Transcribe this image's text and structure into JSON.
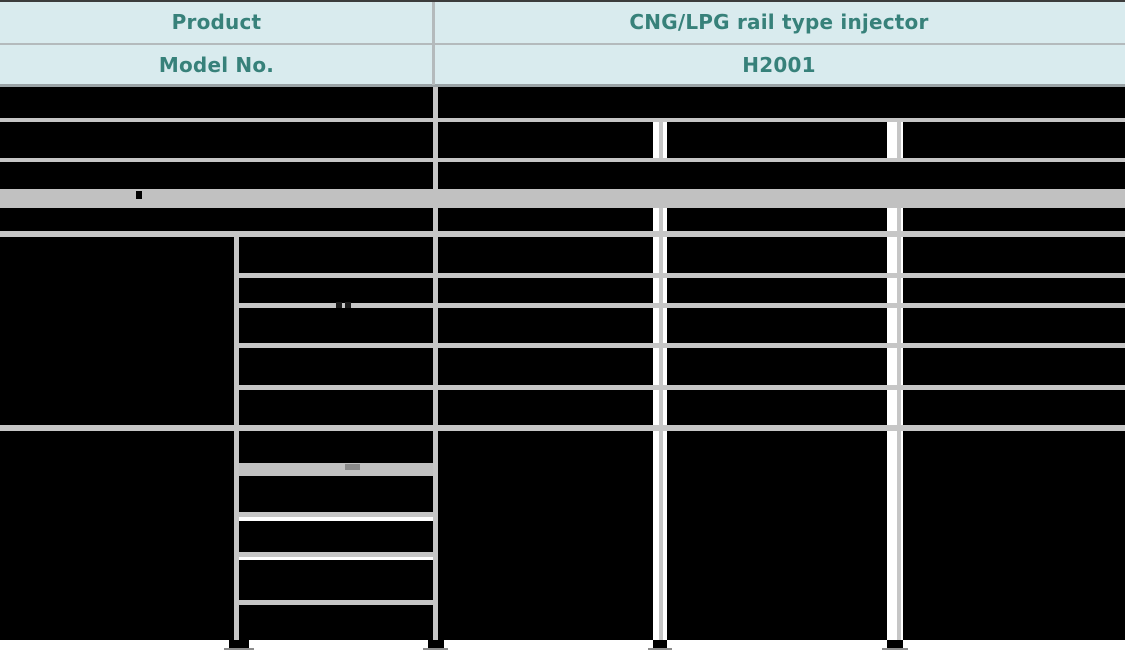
{
  "table": {
    "headers": [
      {
        "label": "Product",
        "value": "CNG/LPG rail type injector"
      },
      {
        "label": "Model No.",
        "value": "H2001"
      }
    ],
    "body_redacted": true
  },
  "colors": {
    "header_bg": "#d9ebee",
    "header_text": "#37817a",
    "grid_line": "#c6c6c6",
    "gray_band": "#c1c1c1",
    "redaction": "#000000",
    "page_bg": "#ffffff",
    "top_border": "#3c3c3c",
    "sep_light": "#b4babc",
    "sep_dark": "#9aa3a6"
  }
}
